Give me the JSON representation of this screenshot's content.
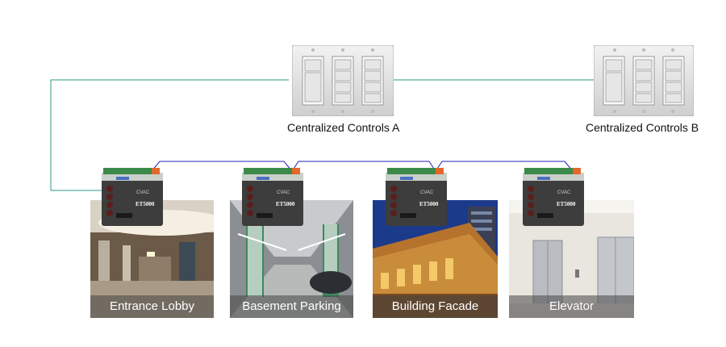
{
  "controls": [
    {
      "id": "a",
      "label": "Centralized Controls A"
    },
    {
      "id": "b",
      "label": "Centralized Controls B"
    }
  ],
  "zones": [
    {
      "id": "lobby",
      "label": "Entrance Lobby",
      "module_brand": "CVAC",
      "module_model": "ET5000"
    },
    {
      "id": "parking",
      "label": "Basement Parking",
      "module_brand": "CVAC",
      "module_model": "ET5000"
    },
    {
      "id": "facade",
      "label": "Building Facade",
      "module_brand": "CVAC",
      "module_model": "ET5000"
    },
    {
      "id": "elevator",
      "label": "Elevator",
      "module_brand": "CVAC",
      "module_model": "ET5000"
    }
  ],
  "colors": {
    "control_bus": "#2e9a82",
    "module_bus": "#2323b8"
  }
}
